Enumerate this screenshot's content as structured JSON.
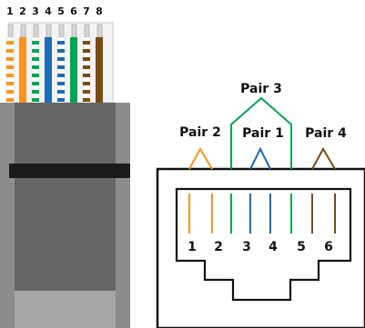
{
  "plug": {
    "pin_numbers": [
      "1",
      "2",
      "3",
      "4",
      "5",
      "6",
      "7",
      "8"
    ],
    "wires": [
      {
        "pattern": "striped",
        "color": "#f7941d"
      },
      {
        "pattern": "solid",
        "color": "#f7941d"
      },
      {
        "pattern": "striped",
        "color": "#00a651"
      },
      {
        "pattern": "solid",
        "color": "#1c6bb5"
      },
      {
        "pattern": "striped",
        "color": "#1c6bb5"
      },
      {
        "pattern": "solid",
        "color": "#00a651"
      },
      {
        "pattern": "striped",
        "color": "#7b4a12"
      },
      {
        "pattern": "solid",
        "color": "#7b4a12"
      }
    ],
    "body_color": "#666666",
    "shell_color": "#8c8c8c",
    "latch_band_color": "#1a1a1a",
    "boot_bottom_color": "#a6a6a6"
  },
  "jack": {
    "pin_numbers": [
      "1",
      "2",
      "3",
      "4",
      "5",
      "6"
    ],
    "pairs": [
      {
        "label": "Pair 2",
        "color": "#f7941d"
      },
      {
        "label": "Pair 1",
        "color": "#1c6bb5"
      },
      {
        "label": "Pair 3",
        "color": "#00a651"
      },
      {
        "label": "Pair 4",
        "color": "#7b4a12"
      }
    ]
  }
}
